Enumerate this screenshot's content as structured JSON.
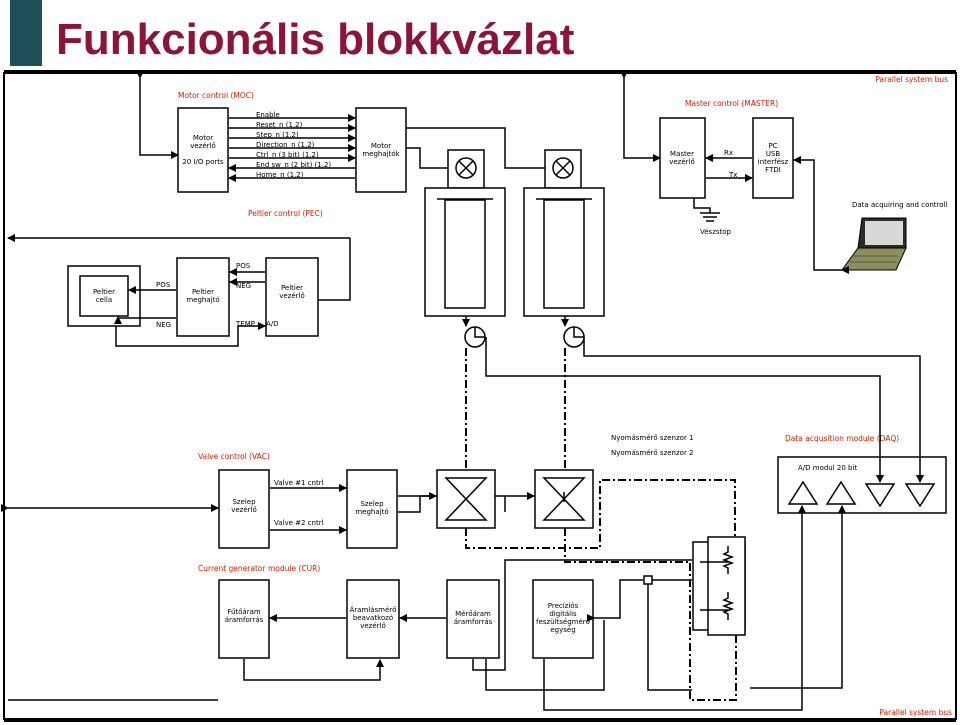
{
  "slide": {
    "title": "Funkcionális blokkvázlat"
  },
  "modules": {
    "parallel_bus_top": "Parallel system bus",
    "parallel_bus_bottom": "Parallel system bus",
    "moc": "Motor control (MOC)",
    "master": "Master control (MASTER)",
    "pec": "Peltier control (PEC)",
    "vac": "Valve control (VAC)",
    "cur": "Current generator module (CUR)",
    "daq": "Data acqusition module (DAQ)",
    "data_acq": "Data acquiring and controll"
  },
  "blocks": {
    "motor_vezerlo": [
      "Motor",
      "vezérlő",
      "",
      "20 I/O ports"
    ],
    "motor_meghajtok": [
      "Motor",
      "meghajtók"
    ],
    "master_vezerlo": [
      "Master",
      "vezérlő"
    ],
    "pc_usb": [
      "PC",
      "USB",
      "interfész",
      "FTDI"
    ],
    "peltier_cella": [
      "Peltier",
      "cella"
    ],
    "peltier_meghajto": [
      "Peltier",
      "meghajtó"
    ],
    "peltier_vezerlo": [
      "Peltier",
      "vezérlő"
    ],
    "szelep_vezerlo": [
      "Szelep",
      "vezérlő"
    ],
    "szelep_meghajto": [
      "Szelep",
      "meghajtó"
    ],
    "ad_modul": "A/D modul 20 bit",
    "futoaram": [
      "Fűtőáram",
      "áramforrás"
    ],
    "aramlasmero": [
      "Áramlásmérő",
      "beavatkozó",
      "vezérlő"
    ],
    "meroaram": [
      "Mérőáram",
      "áramforrás"
    ],
    "precizios": [
      "Precíziós",
      "digitális",
      "feszültségmérő",
      "egység"
    ]
  },
  "signals": {
    "motor": [
      "Enable",
      "Reset_n (1,2)",
      "Step_n (1,2)",
      "Direction_n (1,2)",
      "Ctrl_n (3 bit) (1,2)",
      "End sw_n (2 bit) (1,2)",
      "Home_n (1,2)"
    ],
    "rx": "Rx",
    "tx": "Tx",
    "vesztop": "Vészstop",
    "pos_top": "POS",
    "neg_top": "NEG",
    "pos_left": "POS",
    "neg_left": "NEG",
    "temp": "TEMP",
    "ad": "A/D",
    "valve1": "Valve #1 cntrl",
    "valve2": "Valve #2 cntrl",
    "sensor1": "Nyomásmérő szenzor 1",
    "sensor2": "Nyomásmérő szenzor 2"
  }
}
